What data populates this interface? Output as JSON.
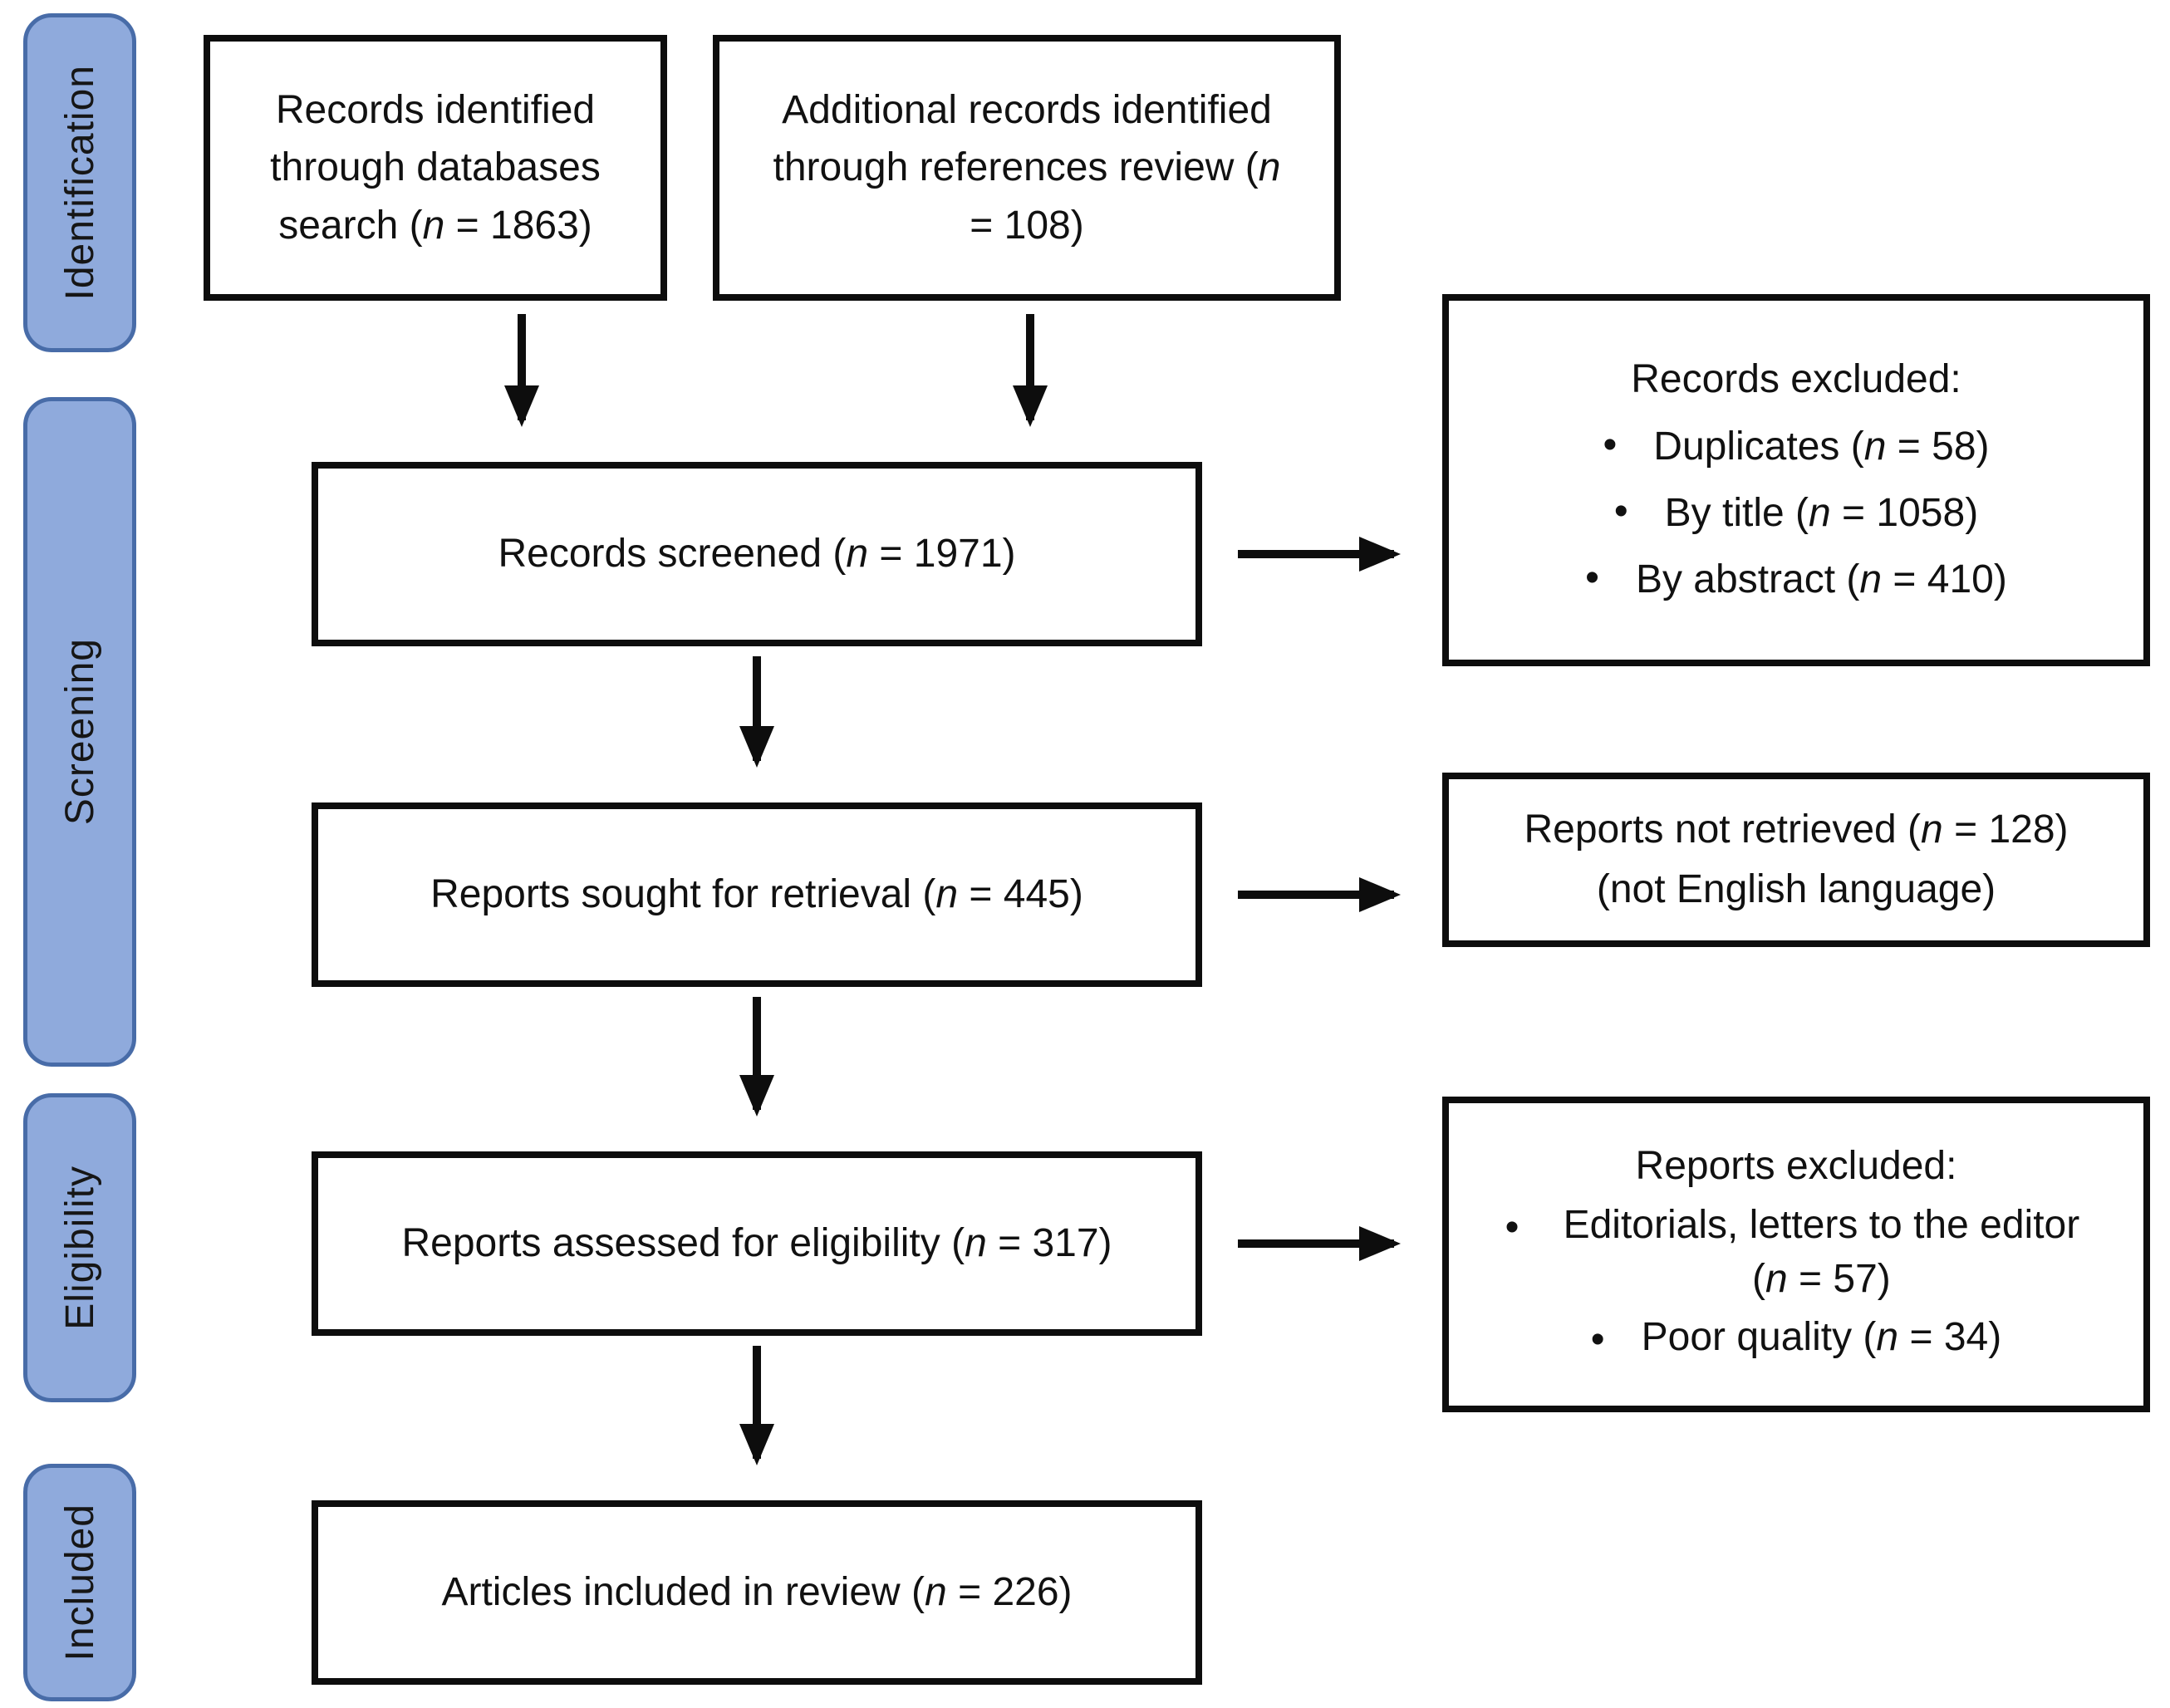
{
  "diagram": {
    "background_color": "#ffffff",
    "stage_fill_color": "#8FAADC",
    "stage_border_color": "#486CA8",
    "box_border_color": "#0d0d0d",
    "arrow_color": "#0d0d0d"
  },
  "sidebar": {
    "items": [
      {
        "label": "Identification"
      },
      {
        "label": "Screening"
      },
      {
        "label": "Eligibility"
      },
      {
        "label": "Included"
      }
    ]
  },
  "flow": {
    "databases_box": "Records identified through databases search (n = 1863)",
    "references_box": "Additional records identified through references review (n = 108)",
    "screened_box": "Records screened (n = 1971)",
    "sought_box": "Reports sought for retrieval (n = 445)",
    "assessed_box": "Reports assessed for eligibility (n = 317)",
    "included_box": "Articles included in review (n = 226)"
  },
  "exclusions": {
    "records_excluded": {
      "title": "Records excluded:",
      "bullet": "•",
      "items": [
        "Duplicates (n = 58)",
        "By title (n = 1058)",
        "By abstract (n = 410)"
      ]
    },
    "not_retrieved": {
      "line1": "Reports not retrieved (n = 128)",
      "line2": "(not English language)"
    },
    "reports_excluded": {
      "title": "Reports excluded:",
      "bullet": "•",
      "items": [
        "Editorials, letters to the editor (n = 57)",
        "Poor quality (n = 34)"
      ]
    }
  }
}
